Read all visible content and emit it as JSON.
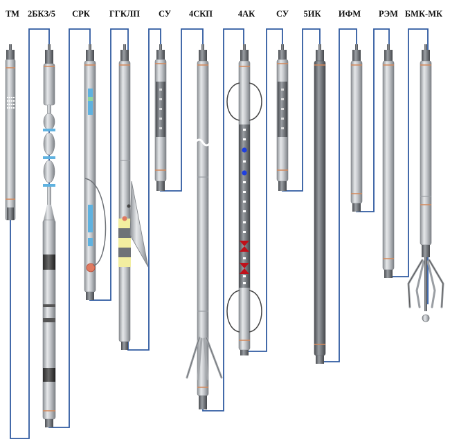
{
  "colors": {
    "background": "#ffffff",
    "wire": "#2f5aa0",
    "tool_body": "#bfc2c6",
    "tool_dark": "#6e7277",
    "copper": "#d4885a",
    "blue_window": "#5fb2e0",
    "yellow_window": "#f2eea0",
    "red_marker": "#c0101a",
    "blue_dot": "#1f3fe0"
  },
  "tools": [
    {
      "label": "ТМ"
    },
    {
      "label": "2БКЗ/5"
    },
    {
      "label": "СРК"
    },
    {
      "label": "ГГКЛП"
    },
    {
      "label": "СУ"
    },
    {
      "label": "4СКП"
    },
    {
      "label": "4АК"
    },
    {
      "label": "СУ"
    },
    {
      "label": "5ИК"
    },
    {
      "label": "ИФМ"
    },
    {
      "label": "РЭМ"
    },
    {
      "label": "БМК-МК"
    }
  ]
}
